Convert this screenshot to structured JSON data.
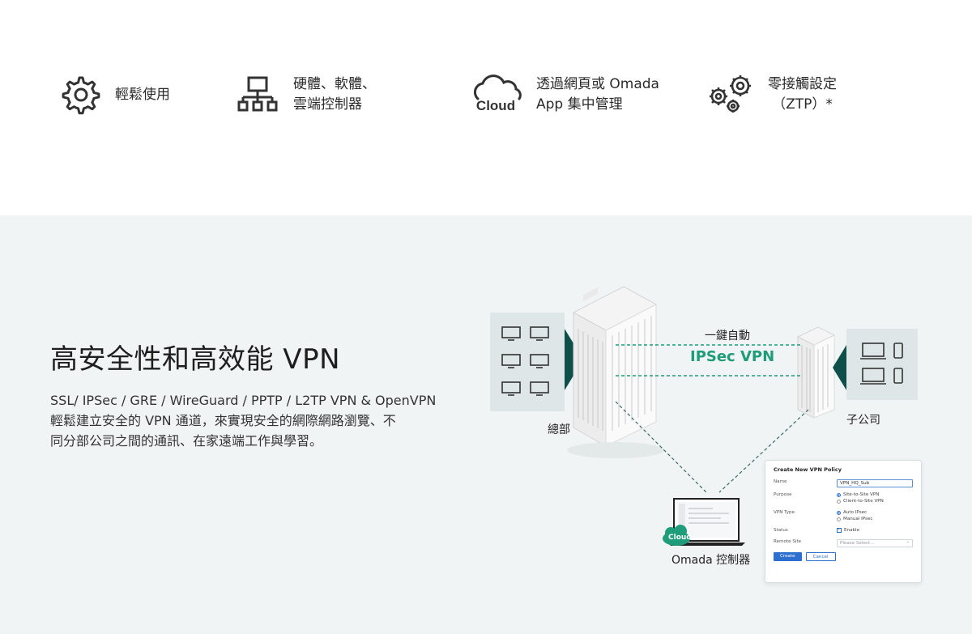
{
  "features": [
    {
      "icon": "gear-icon",
      "lines": [
        "輕鬆使用"
      ]
    },
    {
      "icon": "network-hierarchy-icon",
      "lines": [
        "硬體、軟體、",
        "雲端控制器"
      ]
    },
    {
      "icon": "cloud-icon",
      "icon_text": "Cloud",
      "lines": [
        "透過網頁或 Omada",
        "App 集中管理"
      ]
    },
    {
      "icon": "multi-gear-icon",
      "lines": [
        "零接觸設定",
        "（ZTP）*"
      ]
    }
  ],
  "vpn": {
    "title": "高安全性和高效能 VPN",
    "desc": [
      "SSL/ IPSec / GRE / WireGuard / PPTP / L2TP VPN & OpenVPN",
      "輕鬆建立安全的 VPN 通道，來實現安全的網際網路瀏覽、不",
      "同分部公司之間的通訊、在家遠端工作與學習。"
    ]
  },
  "diagram": {
    "one_click": "一鍵自動",
    "ipsec": "IPSec VPN",
    "hq": "總部",
    "branch": "子公司",
    "controller": "Omada 控制器",
    "cloud_badge": "Cloud"
  },
  "policy": {
    "title": "Create New VPN Policy",
    "name_label": "Name",
    "name_value": "VPN_HQ_Sub",
    "purpose_label": "Purpose",
    "purpose_options": [
      "Site-to-Site VPN",
      "Client-to-Site VPN"
    ],
    "type_label": "VPN Type",
    "type_options": [
      "Auto IPsec",
      "Manual IPsec"
    ],
    "status_label": "Status",
    "status_value": "Enable",
    "remote_label": "Remote Site",
    "remote_placeholder": "Please Select...",
    "create": "Create",
    "cancel": "Cancel"
  },
  "colors": {
    "accent": "#1f9c7a",
    "dark_teal": "#0f4f4a",
    "section_bg": "#f0f4f4",
    "button_blue": "#2c6fcf"
  }
}
